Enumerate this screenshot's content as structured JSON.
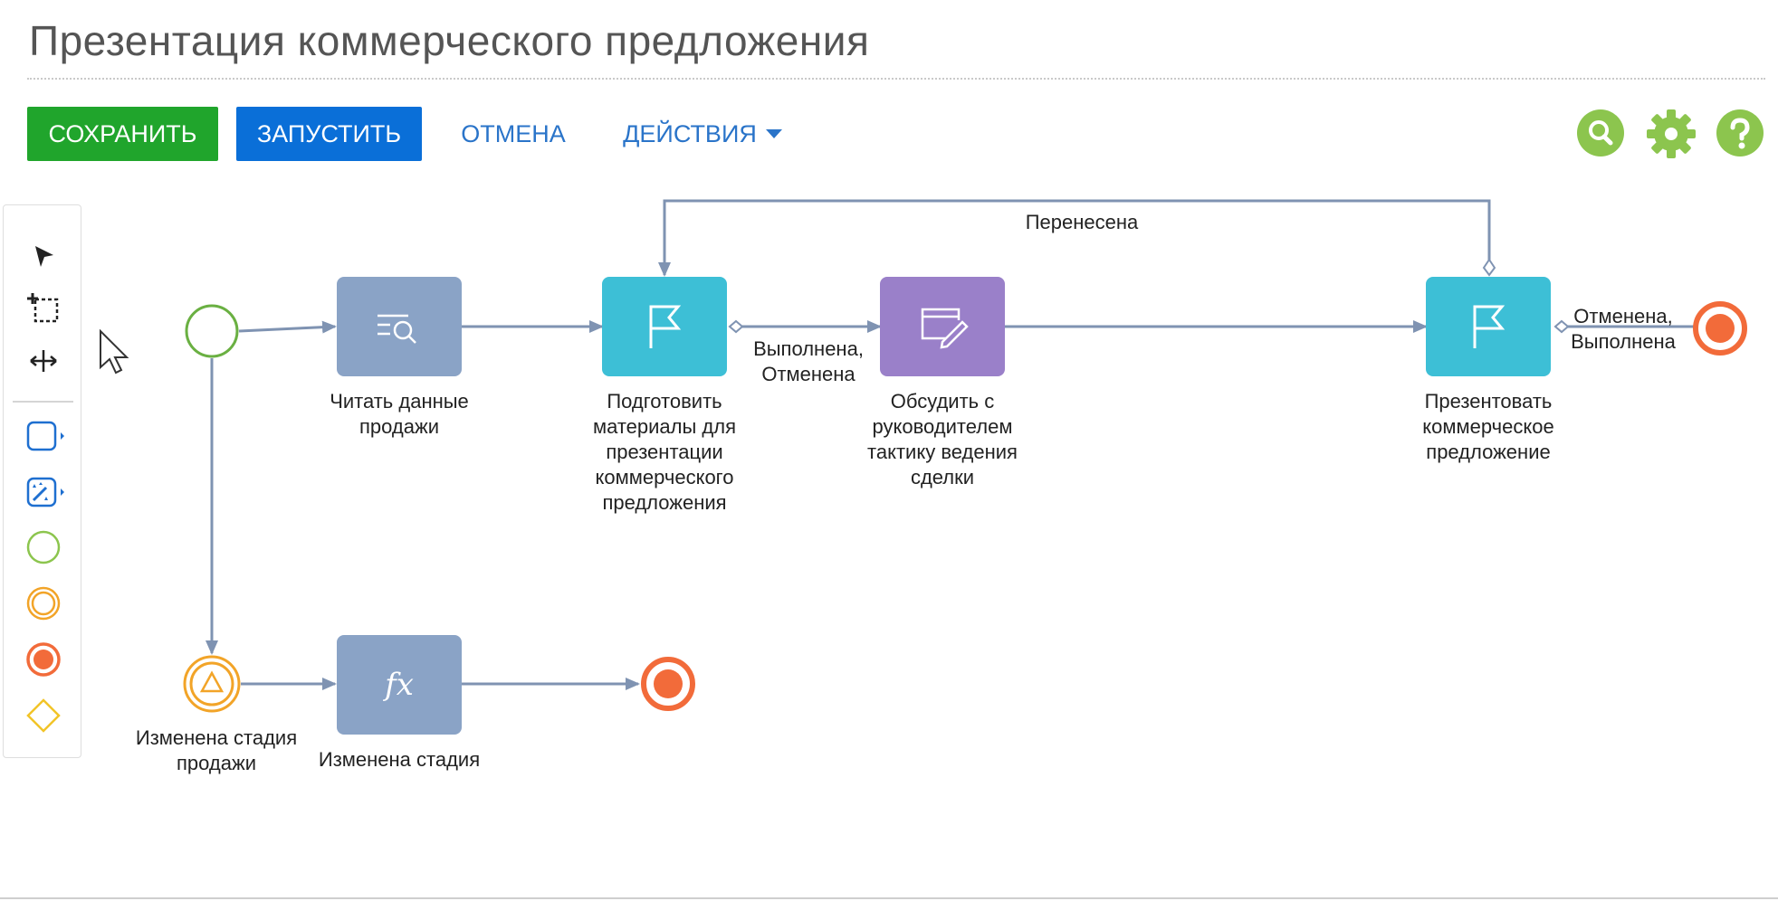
{
  "title": "Презентация коммерческого предложения",
  "toolbar": {
    "save_label": "СОХРАНИТЬ",
    "run_label": "ЗАПУСТИТЬ",
    "cancel_label": "ОТМЕНА",
    "actions_label": "ДЕЙСТВИЯ"
  },
  "header_icons": [
    "search-icon",
    "gear-icon",
    "help-icon"
  ],
  "colors": {
    "save": "#20a52c",
    "run": "#0a6fd8",
    "link": "#2a74c9",
    "header_icon": "#8cc54e",
    "task_read": "#8aa3c6",
    "task_user": "#3dbfd6",
    "task_discuss": "#9a80c9",
    "start_event": "#6ab042",
    "end_event": "#f26b3a",
    "signal_event": "#f2a428",
    "connector": "#7f93b2"
  },
  "toolbox": [
    "pointer-icon",
    "lasso-icon",
    "pan-icon",
    "task-icon",
    "script-task-icon",
    "start-event-icon",
    "intermediate-event-icon",
    "end-event-icon",
    "gateway-icon"
  ],
  "diagram": {
    "nodes": {
      "read_sales": "Читать данные\nпродажи",
      "prepare": "Подготовить\nматериалы для\nпрезентации\nкоммерческого\nпредложения",
      "discuss": "Обсудить с\nруководителем\nтактику ведения\nсделки",
      "present": "Презентовать\nкоммерческое\nпредложение",
      "stage_changed_event": "Изменена стадия\nпродажи",
      "stage_changed_formula": "Изменена стадия"
    },
    "edge_labels": {
      "rescheduled": "Перенесена",
      "done_cancelled": "Выполнена,\nОтменена",
      "cancelled_done": "Отменена,\nВыполнена"
    }
  }
}
